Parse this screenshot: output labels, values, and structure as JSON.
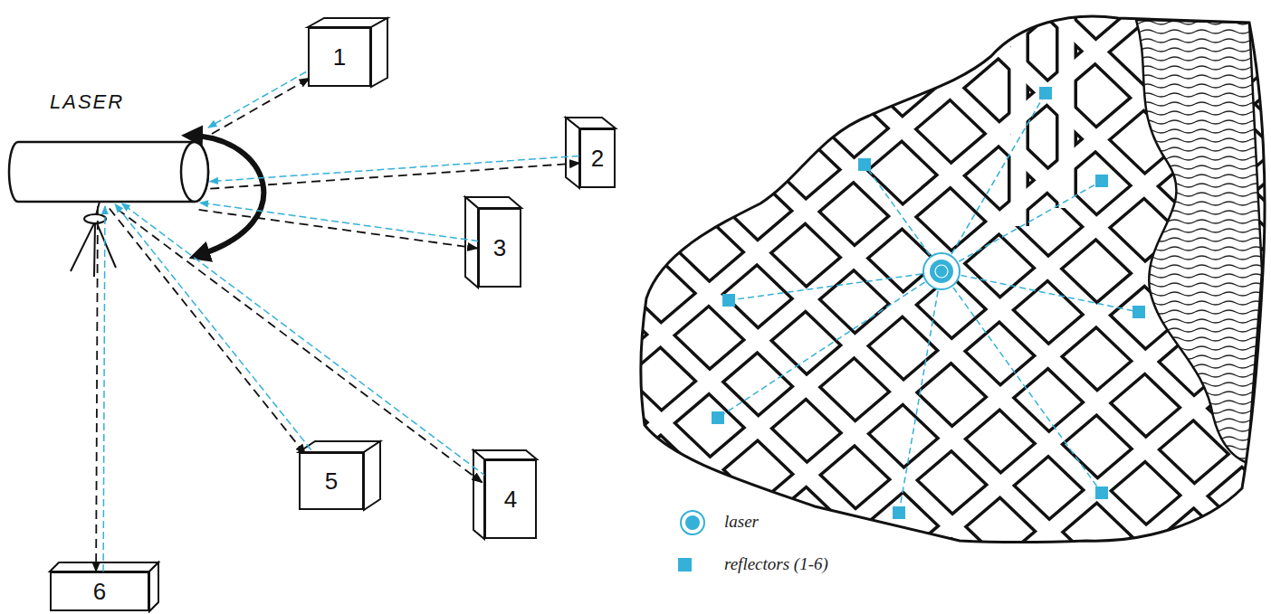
{
  "diagram": {
    "nodes": [
      {
        "text": [
          "LASER"
        ]
      },
      {
        "text": [
          "1"
        ]
      },
      {
        "text": [
          "2"
        ]
      },
      {
        "text": [
          "3"
        ]
      },
      {
        "text": [
          "4"
        ]
      },
      {
        "text": [
          "5"
        ]
      },
      {
        "text": [
          "6"
        ]
      }
    ],
    "edges": [
      {
        "from": 0,
        "to": 1,
        "arrow": "to"
      },
      {
        "from": 1,
        "to": 0,
        "arrow": "to"
      },
      {
        "from": 0,
        "to": 2,
        "arrow": "to"
      },
      {
        "from": 2,
        "to": 0,
        "arrow": "to"
      },
      {
        "from": 0,
        "to": 3,
        "arrow": "to"
      },
      {
        "from": 3,
        "to": 0,
        "arrow": "to"
      },
      {
        "from": 0,
        "to": 4,
        "arrow": "to"
      },
      {
        "from": 4,
        "to": 0,
        "arrow": "to"
      },
      {
        "from": 0,
        "to": 5,
        "arrow": "to"
      },
      {
        "from": 5,
        "to": 0,
        "arrow": "to"
      },
      {
        "from": 0,
        "to": 6,
        "arrow": "to"
      },
      {
        "from": 6,
        "to": 0,
        "arrow": "to"
      }
    ],
    "legend": [
      {
        "text": "laser"
      },
      {
        "text": "reflectors (1-6)",
        "color": "#35b1d9"
      }
    ]
  }
}
